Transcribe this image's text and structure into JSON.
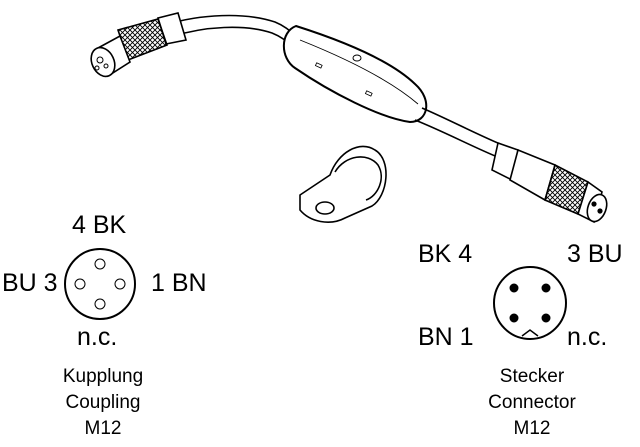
{
  "coupling": {
    "pins": {
      "top": "4 BK",
      "left": "BU 3",
      "right": "1 BN",
      "bottom": "n.c."
    },
    "caption": [
      "Kupplung",
      "Coupling",
      "M12"
    ]
  },
  "connector": {
    "pins": {
      "top_left": "BK 4",
      "top_right": "3 BU",
      "bottom_left": "BN 1",
      "bottom_right": "n.c."
    },
    "caption": [
      "Stecker",
      "Connector",
      "M12"
    ]
  }
}
